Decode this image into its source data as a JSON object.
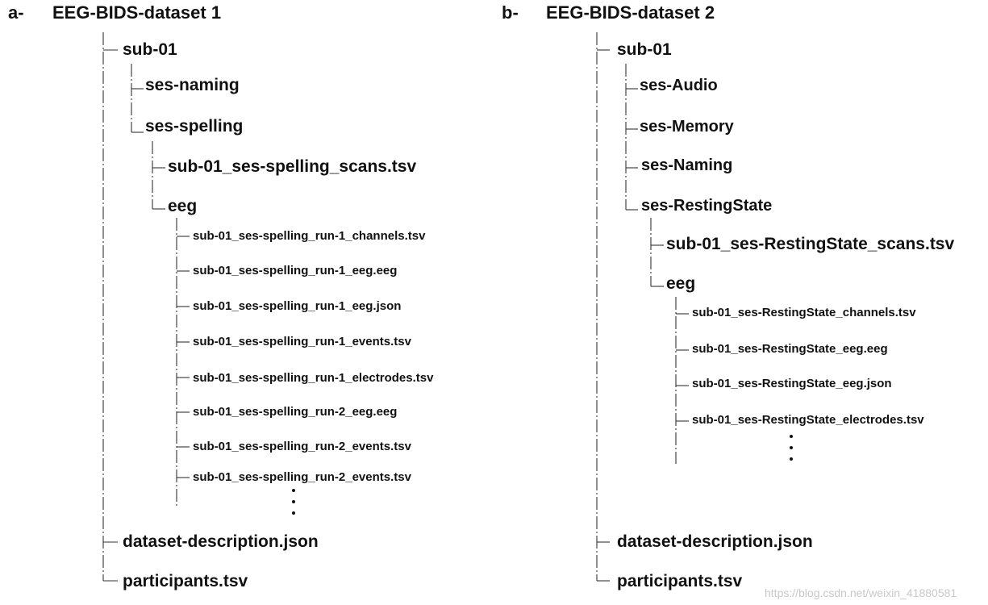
{
  "panel_a": {
    "label": "a-",
    "title": "EEG-BIDS-dataset 1",
    "subject": "sub-01",
    "ses_naming": "ses-naming",
    "ses_spelling": "ses-spelling",
    "scans_file": "sub-01_ses-spelling_scans.tsv",
    "eeg_folder": "eeg",
    "eeg_files": [
      "sub-01_ses-spelling_run-1_channels.tsv",
      "sub-01_ses-spelling_run-1_eeg.eeg",
      "sub-01_ses-spelling_run-1_eeg.json",
      "sub-01_ses-spelling_run-1_events.tsv",
      "sub-01_ses-spelling_run-1_electrodes.tsv",
      "sub-01_ses-spelling_run-2_eeg.eeg",
      "sub-01_ses-spelling_run-2_events.tsv",
      "sub-01_ses-spelling_run-2_events.tsv"
    ],
    "dataset_description": "dataset-description.json",
    "participants": "participants.tsv"
  },
  "panel_b": {
    "label": "b-",
    "title": "EEG-BIDS-dataset 2",
    "subject": "sub-01",
    "ses_audio": "ses-Audio",
    "ses_memory": "ses-Memory",
    "ses_naming": "ses-Naming",
    "ses_resting": "ses-RestingState",
    "scans_file": "sub-01_ses-RestingState_scans.tsv",
    "eeg_folder": "eeg",
    "eeg_files": [
      "sub-01_ses-RestingState_channels.tsv",
      "sub-01_ses-RestingState_eeg.eeg",
      "sub-01_ses-RestingState_eeg.json",
      "sub-01_ses-RestingState_electrodes.tsv"
    ],
    "dataset_description": "dataset-description.json",
    "participants": "participants.tsv"
  },
  "watermark": "https://blog.csdn.net/weixin_41880581"
}
